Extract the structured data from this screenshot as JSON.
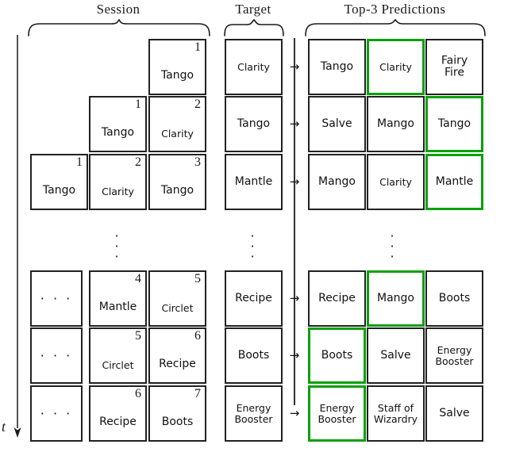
{
  "figure": {
    "headings": {
      "session": "Session",
      "target": "Target",
      "predictions": "Top-3 Predictions"
    },
    "time_axis_label": "t",
    "arrow_glyph": "→",
    "ellipsis_horizontal": "· · ·",
    "ellipsis_vertical_dot": "·",
    "colors": {
      "hit_green": "#0aa00a",
      "cell_border": "#222222",
      "text": "#111111",
      "background": "#ffffff"
    },
    "rows": [
      {
        "session": [
          {
            "index": "",
            "label": "",
            "empty": true
          },
          {
            "index": "",
            "label": "",
            "empty": true
          },
          {
            "index": "1",
            "label": "Tango"
          }
        ],
        "target": "Clarity",
        "predictions": [
          {
            "label": "Tango",
            "hit": false
          },
          {
            "label": "Clarity",
            "hit": true
          },
          {
            "label": "Fairy\nFire",
            "hit": false
          }
        ]
      },
      {
        "session": [
          {
            "index": "",
            "label": "",
            "empty": true
          },
          {
            "index": "1",
            "label": "Tango"
          },
          {
            "index": "2",
            "label": "Clarity"
          }
        ],
        "target": "Tango",
        "predictions": [
          {
            "label": "Salve",
            "hit": false
          },
          {
            "label": "Mango",
            "hit": false
          },
          {
            "label": "Tango",
            "hit": true
          }
        ]
      },
      {
        "session": [
          {
            "index": "1",
            "label": "Tango"
          },
          {
            "index": "2",
            "label": "Clarity"
          },
          {
            "index": "3",
            "label": "Tango"
          }
        ],
        "target": "Mantle",
        "predictions": [
          {
            "label": "Mango",
            "hit": false
          },
          {
            "label": "Clarity",
            "hit": false
          },
          {
            "label": "Mantle",
            "hit": true
          }
        ]
      },
      {
        "session": [
          {
            "index": "",
            "label": "· · ·",
            "placeholder": true
          },
          {
            "index": "4",
            "label": "Mantle"
          },
          {
            "index": "5",
            "label": "Circlet"
          }
        ],
        "target": "Recipe",
        "predictions": [
          {
            "label": "Recipe",
            "hit": false
          },
          {
            "label": "Mango",
            "hit": true
          },
          {
            "label": "Boots",
            "hit": false
          }
        ]
      },
      {
        "session": [
          {
            "index": "",
            "label": "· · ·",
            "placeholder": true
          },
          {
            "index": "5",
            "label": "Circlet"
          },
          {
            "index": "6",
            "label": "Recipe"
          }
        ],
        "target": "Boots",
        "predictions": [
          {
            "label": "Boots",
            "hit": true
          },
          {
            "label": "Salve",
            "hit": false
          },
          {
            "label": "Energy\nBooster",
            "hit": false
          }
        ]
      },
      {
        "session": [
          {
            "index": "",
            "label": "· · ·",
            "placeholder": true
          },
          {
            "index": "6",
            "label": "Recipe"
          },
          {
            "index": "7",
            "label": "Boots"
          }
        ],
        "target": "Energy\nBooster",
        "predictions": [
          {
            "label": "Energy\nBooster",
            "hit": true
          },
          {
            "label": "Staff of\nWizardry",
            "hit": false
          },
          {
            "label": "Salve",
            "hit": false
          }
        ]
      }
    ]
  }
}
